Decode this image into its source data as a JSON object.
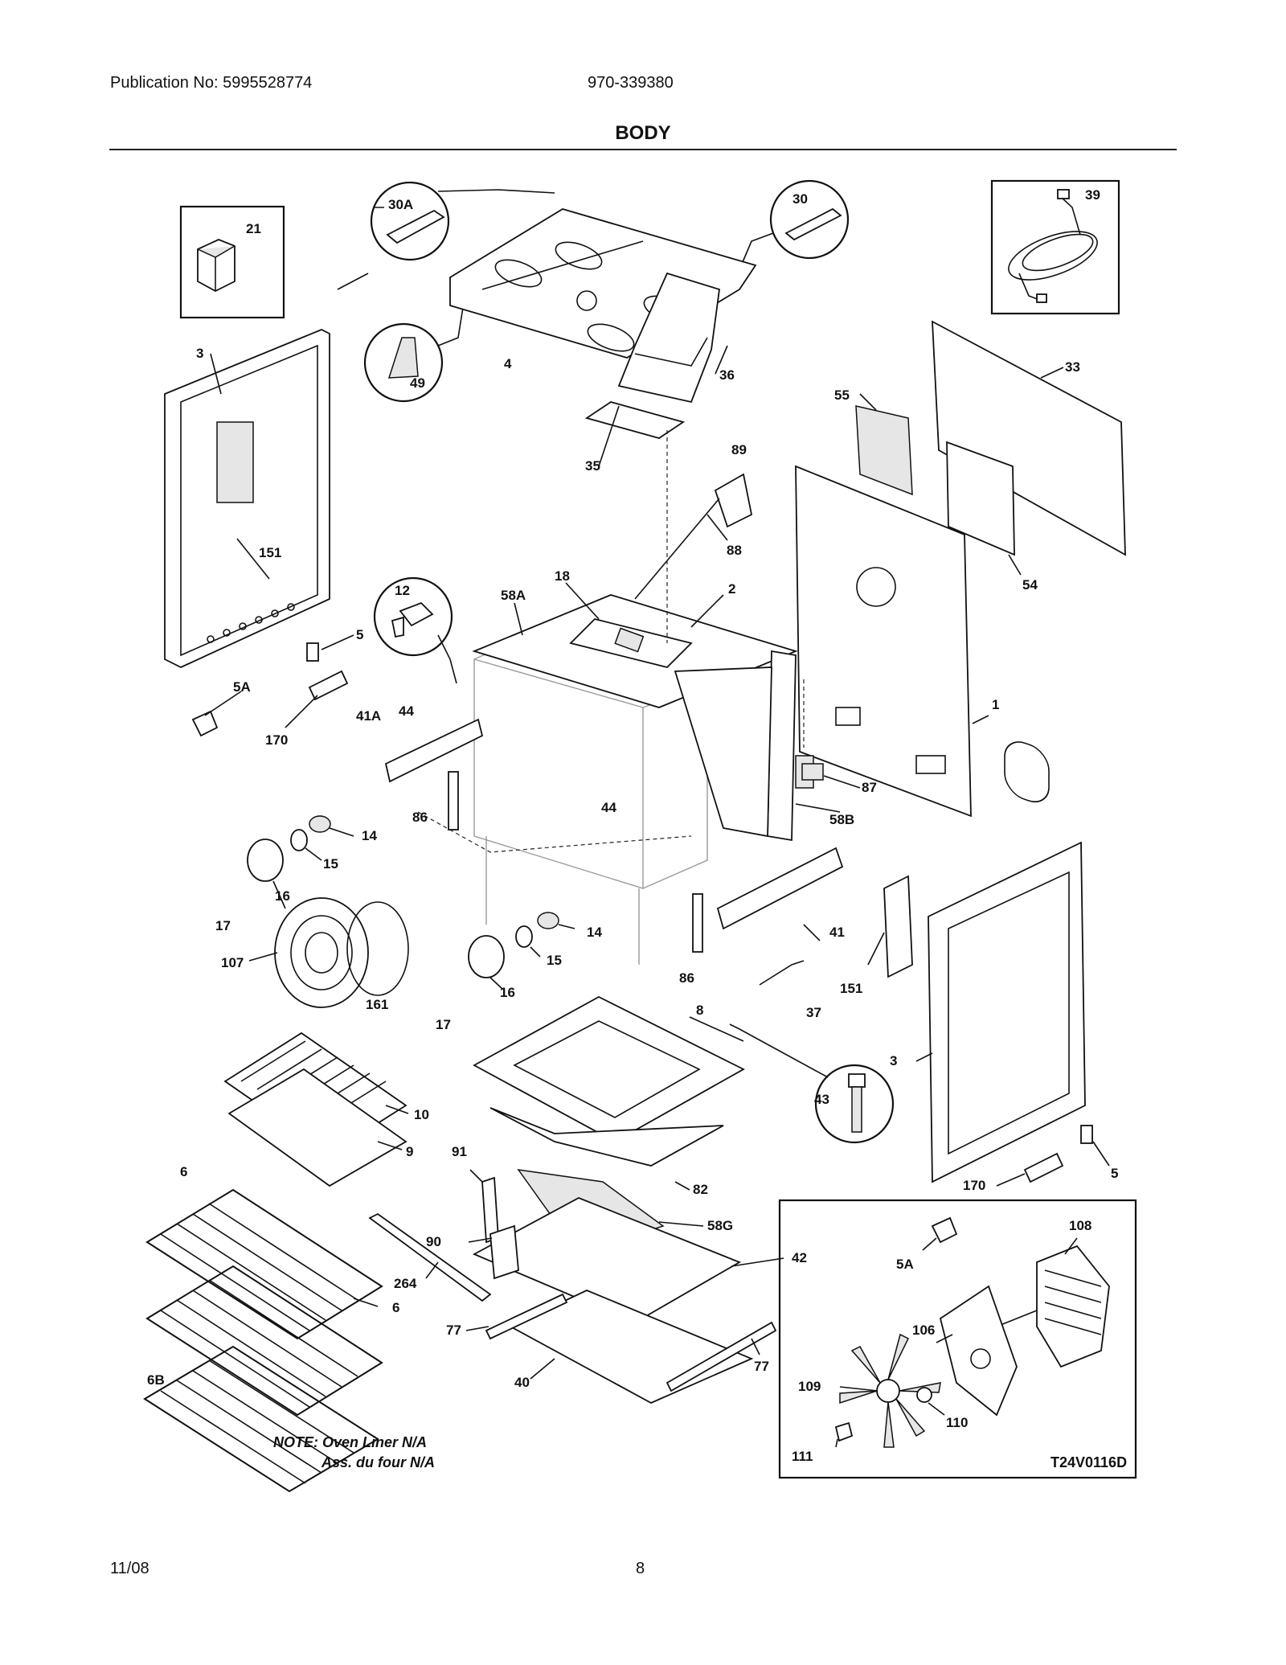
{
  "header": {
    "publication": "Publication No: 5995528774",
    "model_number": "970-339380",
    "section_title": "BODY"
  },
  "diagram": {
    "callouts": {
      "c30a": "30A",
      "c30": "30",
      "c39": "39",
      "c21": "21",
      "c49": "49",
      "c4": "4",
      "c3_left": "3",
      "c151_left": "151",
      "c36": "36",
      "c33": "33",
      "c55": "55",
      "c35": "35",
      "c89": "89",
      "c88": "88",
      "c54": "54",
      "c12": "12",
      "c18": "18",
      "c58a": "58A",
      "c2": "2",
      "c5_left": "5",
      "c5a_left": "5A",
      "c44_left": "44",
      "c170_left": "170",
      "c41a": "41A",
      "c1": "1",
      "c87": "87",
      "c86_left": "86",
      "c44_mid": "44",
      "c58b": "58B",
      "c14_left": "14",
      "c15_left": "15",
      "c17_left": "17",
      "c16_left": "16",
      "c107": "107",
      "c161": "161",
      "c14_mid": "14",
      "c15_mid": "15",
      "c16_mid": "16",
      "c17_mid": "17",
      "c86_mid": "86",
      "c41": "41",
      "c151_right": "151",
      "c37": "37",
      "c8": "8",
      "c3_right": "3",
      "c43": "43",
      "c10": "10",
      "c9": "9",
      "c91": "91",
      "c82": "82",
      "c6_top": "6",
      "c58g": "58G",
      "c90": "90",
      "c42": "42",
      "c5_right": "5",
      "c170_right": "170",
      "c108": "108",
      "c5a_right": "5A",
      "c264": "264",
      "c6_mid": "6",
      "c77_left": "77",
      "c106": "106",
      "c77_right": "77",
      "c6b": "6B",
      "c40": "40",
      "c109": "109",
      "c110": "110",
      "c111": "111"
    },
    "note_line1": "NOTE: Oven Liner N/A",
    "note_line2": "Ass. du four N/A",
    "diagram_code": "T24V0116D"
  },
  "footer": {
    "date": "11/08",
    "page_number": "8"
  }
}
